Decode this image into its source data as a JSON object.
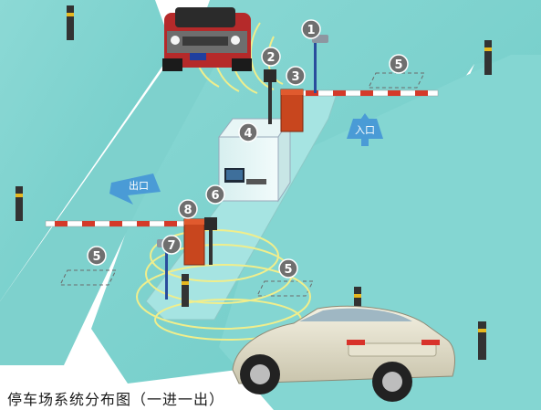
{
  "caption": "停车场系统分布图（一进一出）",
  "markers": [
    "1",
    "2",
    "3",
    "4",
    "5",
    "6",
    "7",
    "8",
    "5",
    "5"
  ],
  "arrows": {
    "entry": "入口",
    "exit": "出口"
  },
  "colors": {
    "ground": "#7fd3cf",
    "island": "#a6e4e2",
    "barrier_red": "#d43a2a",
    "barrier_box": "#c8461e",
    "coil_yellow": "#f3f19a",
    "marker_gray": "#6f6f6f",
    "arrow_blue": "#4a9bd6"
  },
  "icons": [
    "camera-icon",
    "card-reader-icon",
    "barrier-gate-icon",
    "guard-booth-icon",
    "bollard-icon",
    "car-icon"
  ]
}
